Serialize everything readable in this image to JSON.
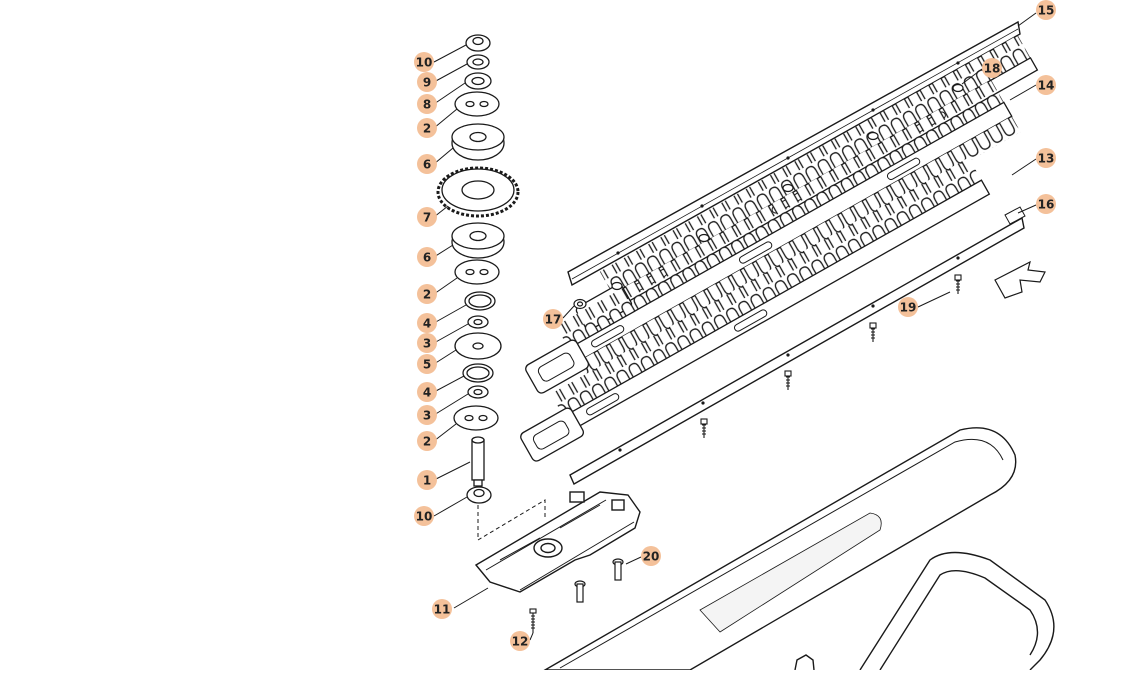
{
  "diagram": {
    "callout_fill": "#f4c19a",
    "callout_text_color": "#222222",
    "line_color": "#1a1a1a",
    "callouts": {
      "c10a": "10",
      "c9": "9",
      "c8": "8",
      "c2a": "2",
      "c6a": "6",
      "c7": "7",
      "c6b": "6",
      "c2b": "2",
      "c4a": "4",
      "c3a": "3",
      "c5": "5",
      "c4b": "4",
      "c3b": "3",
      "c2c": "2",
      "c1": "1",
      "c10b": "10",
      "c11": "11",
      "c12": "12",
      "c20": "20",
      "c17": "17",
      "c19": "19",
      "c15": "15",
      "c18": "18",
      "c14": "14",
      "c13": "13",
      "c16": "16"
    }
  }
}
